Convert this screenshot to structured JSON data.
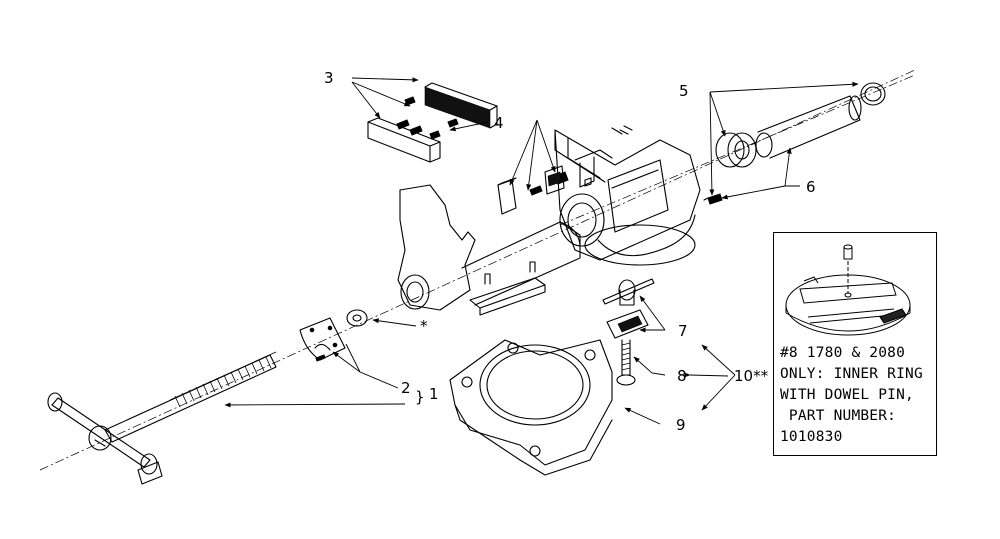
{
  "callouts": {
    "c1": "1",
    "c2": "2",
    "c3": "3",
    "c4": "4",
    "c5": "5",
    "c6": "6",
    "c7": "7",
    "c8": "8",
    "c9": "9",
    "c10": "10**",
    "star": "*",
    "brace": "}"
  },
  "note": {
    "lines": [
      "#8 1780 & 2080",
      "ONLY: INNER RING",
      "WITH DOWEL PIN,",
      " PART NUMBER:",
      "1010830"
    ]
  }
}
